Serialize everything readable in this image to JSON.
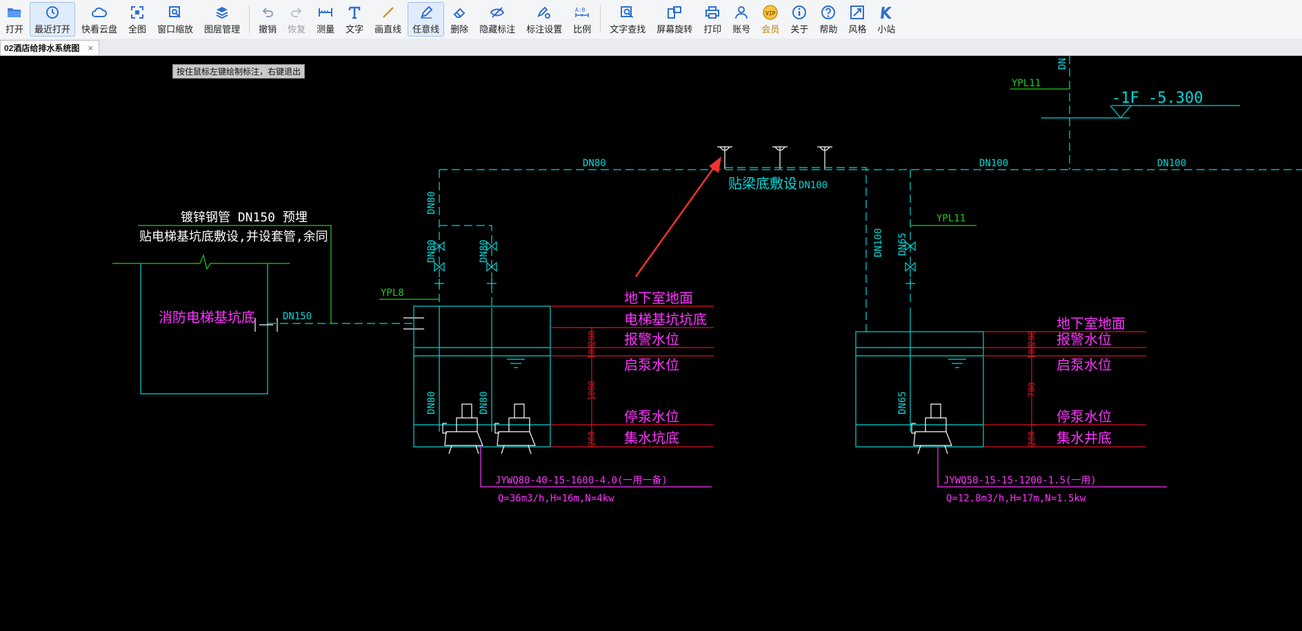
{
  "toolbar": {
    "open": "打开",
    "recent": "最近打开",
    "cloud": "快看云盘",
    "fit_all": "全图",
    "window_zoom": "窗口缩放",
    "layers": "图层管理",
    "undo": "撤销",
    "redo": "恢复",
    "measure": "测量",
    "text": "文字",
    "draw_line": "画直线",
    "freehand": "任意线",
    "erase": "删除",
    "hide_marks": "隐藏标注",
    "mark_settings": "标注设置",
    "scale": "比例",
    "text_search": "文字查找",
    "rotate": "屏幕旋转",
    "print": "打印",
    "account": "账号",
    "vip": "会员",
    "about": "关于",
    "help": "帮助",
    "style": "风格",
    "site": "小站"
  },
  "tab": {
    "title": "02酒店给排水系统图",
    "close": "×"
  },
  "hint": "按住鼠标左键绘制标注，右键退出",
  "drawing": {
    "labels": {
      "dn_top_vertical": "DN",
      "ypl11_top": "YPL11",
      "floor_level": "-1F -5.300",
      "dn80_top": "DN80",
      "dn100_mid": "DN100",
      "dn100_right": "DN100",
      "beam_note": "贴梁底敷设",
      "dn100_beam": "DN100",
      "galv_pipe": "镀锌钢管 DN150 预埋",
      "pit_note": "贴电梯基坑底敷设,并设套管,余同",
      "fire_pit": "消防电梯基坑底",
      "dn150": "DN150",
      "ypl8": "YPL8",
      "dn80_v1": "DN80",
      "dn80_v2": "DN80",
      "dn80_v3": "DN80",
      "dn80_v4": "DN80",
      "dn80_v5": "DN80",
      "dn100_v": "DN100",
      "dn65_v1": "DN65",
      "dn65_v2": "DN65",
      "ypl11_right": "YPL11",
      "l_basement": "地下室地面",
      "l_pit_bottom": "电梯基坑坑底",
      "l_alarm": "报警水位",
      "l_start": "启泵水位",
      "l_stop": "停泵水位",
      "l_sump_bottom": "集水坑底",
      "r_basement": "地下室地面",
      "r_alarm": "报警水位",
      "r_start": "启泵水位",
      "r_stop": "停泵水位",
      "r_well_bottom": "集水井底",
      "dim_l_200a": "200",
      "dim_l_100": "100",
      "dim_l_1000": "1000",
      "dim_l_200b": "200",
      "dim_r_200a": "200",
      "dim_r_100": "100",
      "dim_r_700": "700",
      "dim_r_200b": "200",
      "pump_left_model": "JYWQ80-40-15-1600-4.0(一用一备)",
      "pump_left_spec": "Q=36m3/h,H=16m,N=4kw",
      "pump_right_model": "JYWQ50-15-15-1200-1.5(一用)",
      "pump_right_spec": "Q=12.8m3/h,H=17m,N=1.5kw"
    }
  },
  "colors": {
    "cyan": "#00d8d8",
    "green": "#22cc22",
    "red": "#e01020",
    "magenta": "#ff33ff",
    "white": "#ffffff",
    "annotation": "#ee3333"
  }
}
